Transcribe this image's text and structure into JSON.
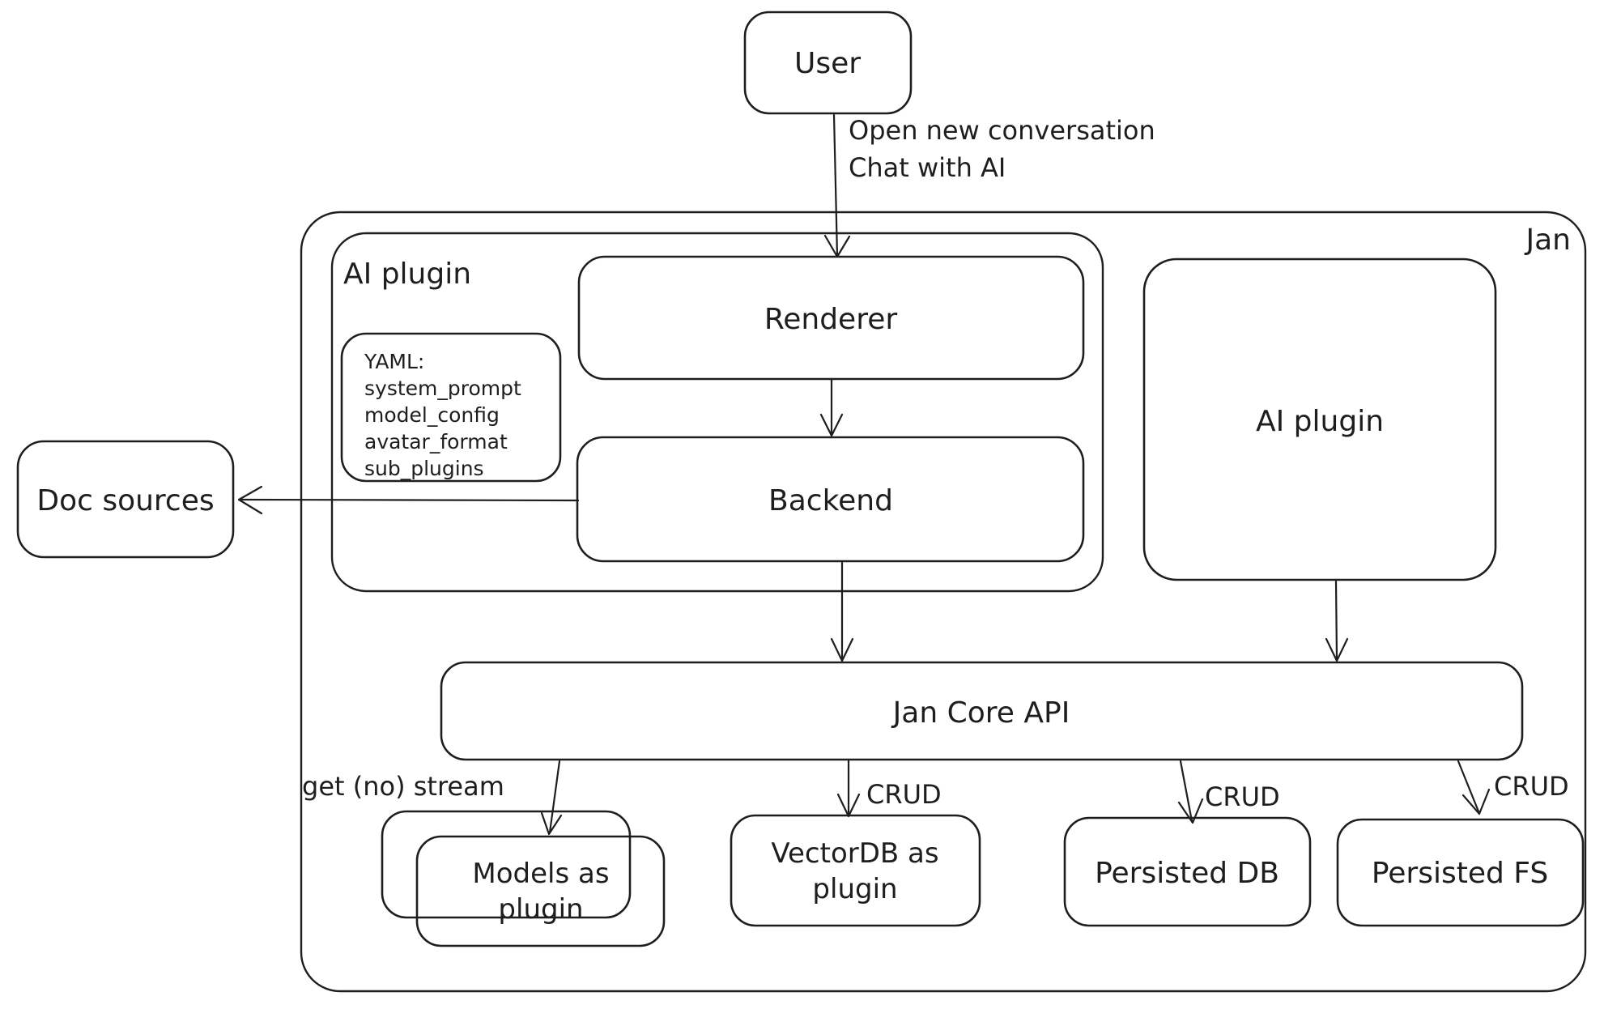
{
  "diagram": {
    "container_label": "Jan",
    "nodes": {
      "user": {
        "label": "User"
      },
      "ai_plugin_group": {
        "label": "AI plugin"
      },
      "renderer": {
        "label": "Renderer"
      },
      "backend": {
        "label": "Backend"
      },
      "yaml_note": {
        "lines": [
          "YAML:",
          "system_prompt",
          "model_config",
          "avatar_format",
          "sub_plugins"
        ]
      },
      "ai_plugin_right": {
        "label": "AI plugin"
      },
      "doc_sources": {
        "label": "Doc sources"
      },
      "jan_core_api": {
        "label": "Jan Core API"
      },
      "models_as_plugin": {
        "lines": [
          "Models as",
          "plugin"
        ]
      },
      "vectordb_as_plugin": {
        "lines": [
          "VectorDB as",
          "plugin"
        ]
      },
      "persisted_db": {
        "label": "Persisted DB"
      },
      "persisted_fs": {
        "label": "Persisted FS"
      }
    },
    "edge_labels": {
      "user_to_renderer": [
        "Open new conversation",
        "Chat with AI"
      ],
      "api_to_models": "get (no) stream",
      "api_to_vectordb": "CRUD",
      "api_to_persisted_db": "CRUD",
      "api_to_persisted_fs": "CRUD"
    },
    "colors": {
      "stroke": "#1e1e1e",
      "background": "#ffffff"
    }
  }
}
